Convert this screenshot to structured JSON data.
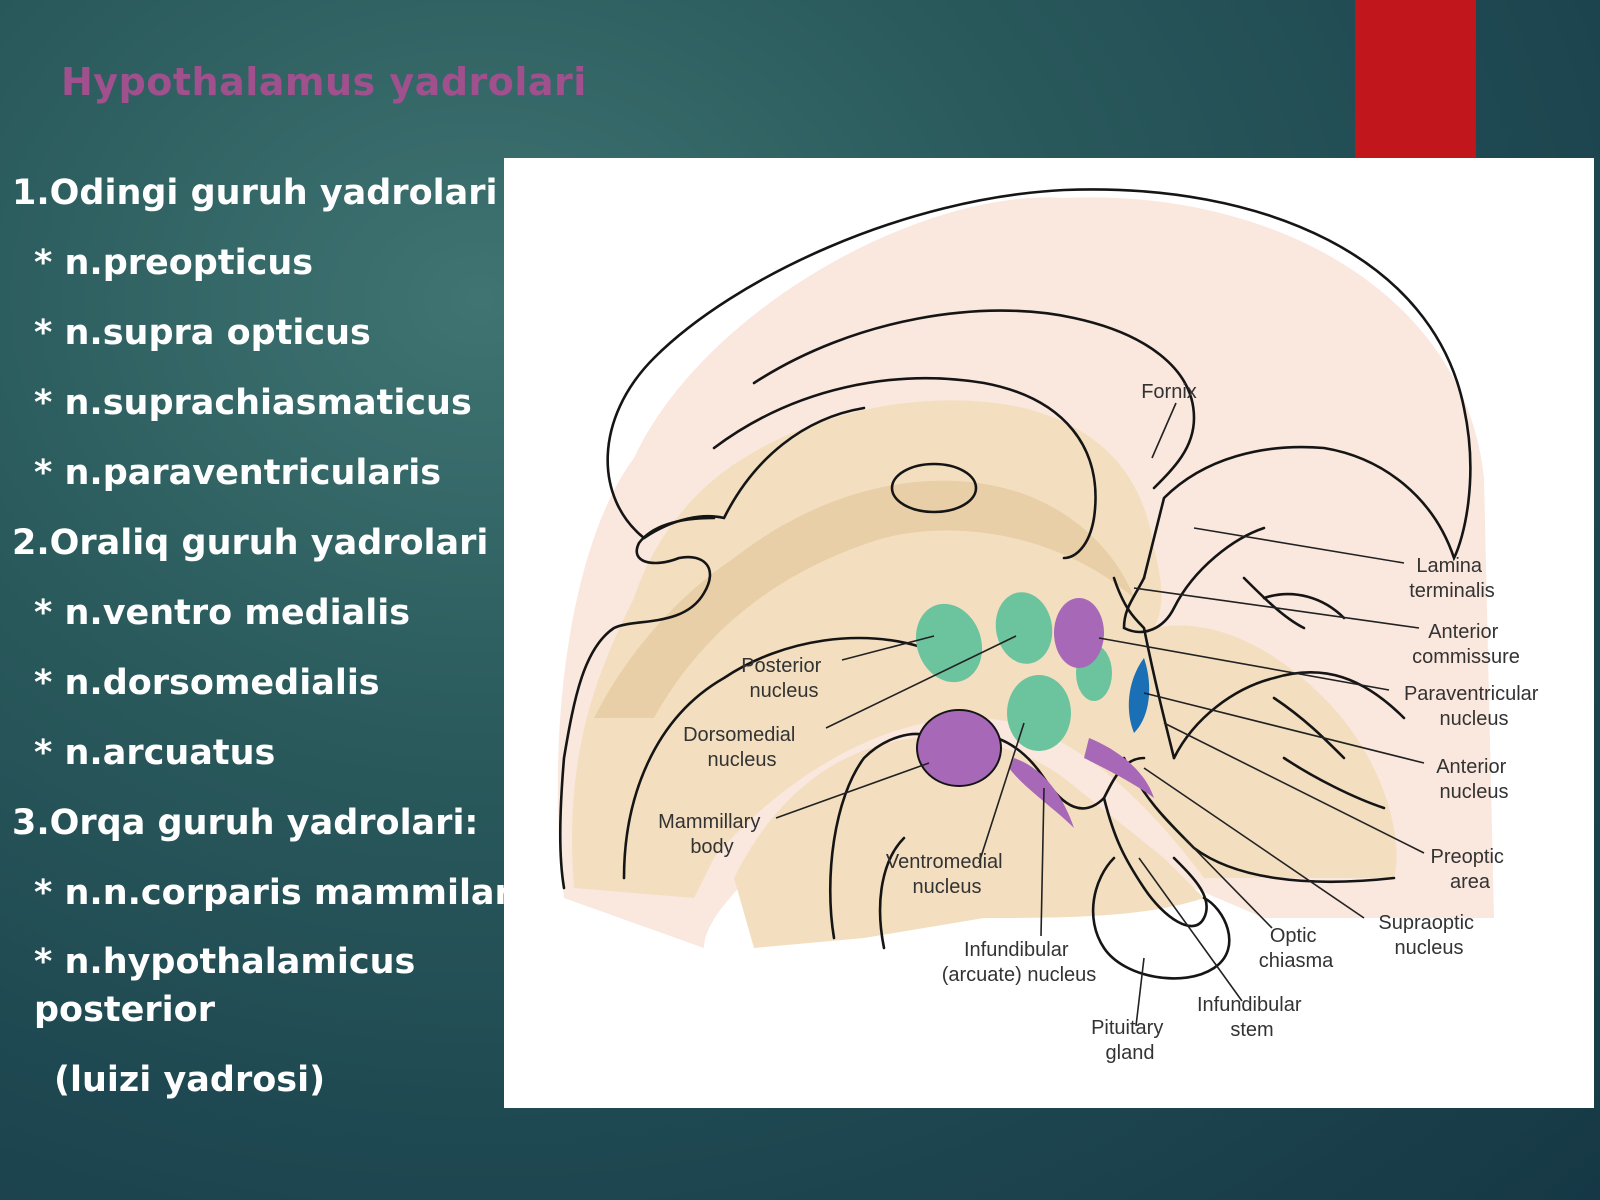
{
  "slide": {
    "title": "Hypothalamus yadrolari",
    "accent_color": "#c0161c",
    "title_color": "#a0508c"
  },
  "list": {
    "group1": "1.Odingi guruh yadrolari",
    "g1_items": [
      "* n.preopticus",
      "* n.supra opticus",
      "* n.suprachiasmaticus",
      "* n.paraventricularis"
    ],
    "group2": "2.Oraliq guruh yadrolari",
    "g2_items": [
      "* n.ventro medialis",
      "* n.dorsomedialis",
      "* n.arcuatus"
    ],
    "group3": "3.Orqa guruh yadrolari:",
    "g3_items": [
      "* n.n.corparis mammilaris",
      "* n.hypothalamicus posterior",
      "(luizi yadrosi)"
    ]
  },
  "diagram": {
    "labels": {
      "fornix": "Fornix",
      "lamina_terminalis": [
        "Lamina",
        "terminalis"
      ],
      "anterior_commissure": [
        "Anterior",
        "commissure"
      ],
      "paraventricular_nucleus": [
        "Paraventricular",
        "nucleus"
      ],
      "anterior_nucleus": [
        "Anterior",
        "nucleus"
      ],
      "preoptic_area": [
        "Preoptic",
        "area"
      ],
      "supraoptic_nucleus": [
        "Supraoptic",
        "nucleus"
      ],
      "optic_chiasma": [
        "Optic",
        "chiasma"
      ],
      "infundibular_stem": [
        "Infundibular",
        "stem"
      ],
      "pituitary_gland": [
        "Pituitary",
        "gland"
      ],
      "infundibular_arcuate_nucleus": [
        "Infundibular",
        "(arcuate) nucleus"
      ],
      "ventromedial_nucleus": [
        "Ventromedial",
        "nucleus"
      ],
      "mammillary_body": [
        "Mammillary",
        "body"
      ],
      "dorsomedial_nucleus": [
        "Dorsomedial",
        "nucleus"
      ],
      "posterior_nucleus": [
        "Posterior",
        "nucleus"
      ]
    },
    "colors": {
      "green_nuclei": "#6cc49e",
      "purple_nuclei": "#a868b8",
      "blue_nucleus": "#1a6fb5",
      "tissue": "#f3dfc0",
      "tissue_edge": "#f2c8b8"
    }
  }
}
